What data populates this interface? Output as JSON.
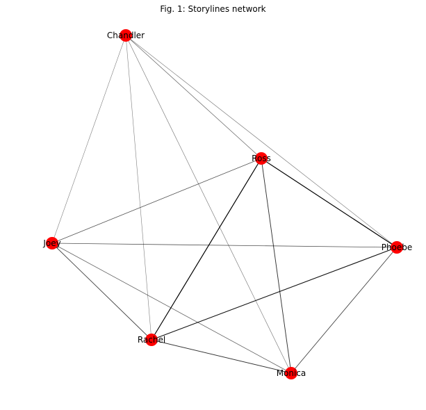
{
  "figure": {
    "title": "Fig. 1: Storylines network"
  },
  "graph": {
    "node_color": "#ff0000",
    "edge_color": "#000000",
    "nodes": [
      {
        "id": "Chandler",
        "label": "Chandler"
      },
      {
        "id": "Ross",
        "label": "Ross"
      },
      {
        "id": "Joey",
        "label": "Joey"
      },
      {
        "id": "Phoebe",
        "label": "Phoebe"
      },
      {
        "id": "Rachel",
        "label": "Rachel"
      },
      {
        "id": "Monica",
        "label": "Monica"
      }
    ],
    "edges": [
      {
        "source": "Chandler",
        "target": "Ross",
        "weight": 0.4
      },
      {
        "source": "Chandler",
        "target": "Phoebe",
        "weight": 0.3
      },
      {
        "source": "Chandler",
        "target": "Joey",
        "weight": 0.25
      },
      {
        "source": "Chandler",
        "target": "Rachel",
        "weight": 0.25
      },
      {
        "source": "Chandler",
        "target": "Monica",
        "weight": 0.3
      },
      {
        "source": "Ross",
        "target": "Joey",
        "weight": 0.5
      },
      {
        "source": "Ross",
        "target": "Rachel",
        "weight": 1.0
      },
      {
        "source": "Ross",
        "target": "Phoebe",
        "weight": 1.0
      },
      {
        "source": "Ross",
        "target": "Monica",
        "weight": 0.7
      },
      {
        "source": "Joey",
        "target": "Phoebe",
        "weight": 0.5
      },
      {
        "source": "Joey",
        "target": "Rachel",
        "weight": 0.6
      },
      {
        "source": "Joey",
        "target": "Monica",
        "weight": 0.45
      },
      {
        "source": "Rachel",
        "target": "Phoebe",
        "weight": 0.9
      },
      {
        "source": "Rachel",
        "target": "Monica",
        "weight": 0.7
      },
      {
        "source": "Phoebe",
        "target": "Monica",
        "weight": 0.6
      }
    ]
  }
}
